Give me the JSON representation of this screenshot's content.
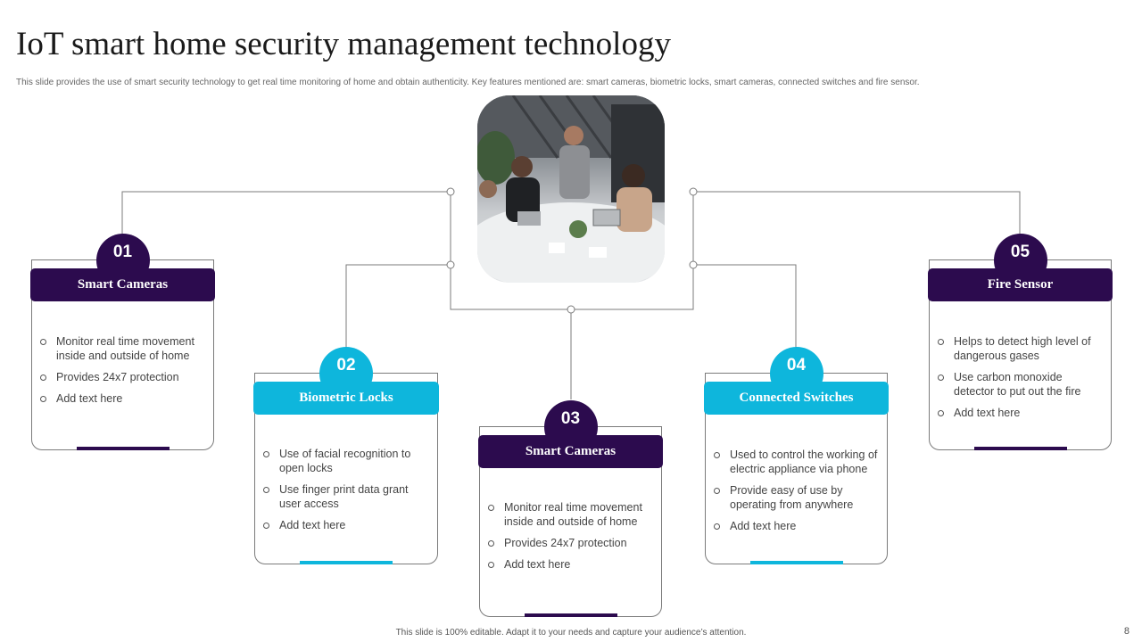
{
  "title": "IoT smart home security management technology",
  "subtitle": "This slide provides the use of smart security technology to get real time monitoring of home and obtain authenticity. Key features mentioned are: smart cameras, biometric locks, smart cameras, connected switches and fire sensor.",
  "footer": "This slide is 100% editable. Adapt it to your needs and capture your audience’s attention.",
  "page_number": "8",
  "colors": {
    "dark": "#2c0b4e",
    "cyan": "#0eb6dc",
    "line": "#7b7b7b"
  },
  "cards": [
    {
      "number": "01",
      "title": "Smart Cameras",
      "color": "dark",
      "items": [
        "Monitor real time movement inside and outside of home",
        "Provides 24x7 protection",
        "Add text here"
      ]
    },
    {
      "number": "02",
      "title": "Biometric Locks",
      "color": "cyan",
      "items": [
        "Use of facial recognition to open locks",
        "Use finger print data grant user access",
        "Add text here"
      ]
    },
    {
      "number": "03",
      "title": "Smart Cameras",
      "color": "dark",
      "items": [
        "Monitor real time movement inside and outside of home",
        "Provides 24x7 protection",
        "Add text here"
      ]
    },
    {
      "number": "04",
      "title": "Connected Switches",
      "color": "cyan",
      "items": [
        "Used to control the working of electric appliance via phone",
        "Provide easy of use by operating from anywhere",
        "Add text here"
      ]
    },
    {
      "number": "05",
      "title": "Fire Sensor",
      "color": "dark",
      "items": [
        "Helps to detect high level of dangerous gases",
        "Use carbon monoxide detector to put out the fire",
        "Add text here"
      ]
    }
  ]
}
